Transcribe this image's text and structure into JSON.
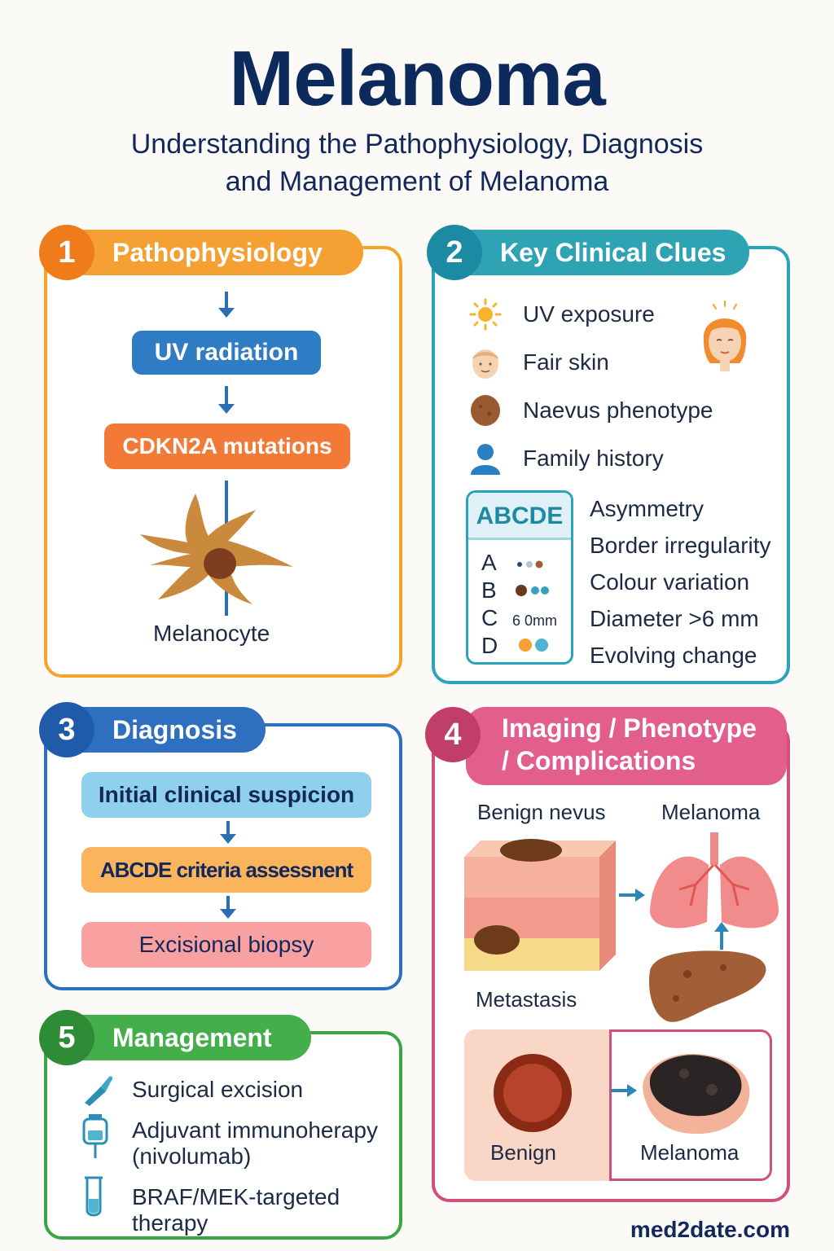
{
  "header": {
    "title": "Melanoma",
    "subtitle_line1": "Understanding the Pathophysiology, Diagnosis",
    "subtitle_line2": "and Management of Melanoma"
  },
  "pathophysiology": {
    "number": "1",
    "title": "Pathophysiology",
    "steps": [
      "UV radiation",
      "CDKN2A mutations"
    ],
    "cell_label": "Melanocyte"
  },
  "clinical_clues": {
    "number": "2",
    "title": "Key Clinical Clues",
    "items": [
      {
        "icon": "sun-icon",
        "label": "UV exposure"
      },
      {
        "icon": "fair-skin-face-icon",
        "label": "Fair skin"
      },
      {
        "icon": "naevus-icon",
        "label": "Naevus phenotype"
      },
      {
        "icon": "person-icon",
        "label": "Family history"
      }
    ],
    "abcde_title": "ABCDE",
    "abcde_letters": [
      "A",
      "B",
      "C",
      "D"
    ],
    "abcde_c_text": "6 0mm",
    "abcde_criteria": [
      "Asymmetry",
      "Border irregularity",
      "Colour variation",
      "Diameter >6 mm",
      "Evolving change"
    ]
  },
  "diagnosis": {
    "number": "3",
    "title": "Diagnosis",
    "steps": [
      "Initial clinical suspicion",
      "ABCDE criteria assessnent",
      "Excisional biopsy"
    ]
  },
  "imaging": {
    "number": "4",
    "title_line1": "Imaging / Phenotype",
    "title_line2": "/ Complications",
    "label_benign_nevus": "Benign nevus",
    "label_melanoma_top": "Melanoma",
    "label_metastasis": "Metastasis",
    "label_benign": "Benign",
    "label_melanoma_bottom": "Melanoma"
  },
  "management": {
    "number": "5",
    "title": "Management",
    "items": [
      {
        "icon": "scalpel-icon",
        "label": "Surgical excision"
      },
      {
        "icon": "iv-bag-icon",
        "label": "Adjuvant immunoherapy",
        "sub": "(nivolumab)"
      },
      {
        "icon": "test-tube-icon",
        "label": "BRAF/MEK-targeted",
        "sub": "therapy"
      }
    ]
  },
  "footer": {
    "site": "med2date.com"
  },
  "colors": {
    "navy": "#0d2a5c",
    "orange": "#f5a032",
    "teal": "#2ea3b3",
    "blue": "#2f6fbf",
    "pink": "#e25e8c",
    "green": "#43ae4a"
  }
}
